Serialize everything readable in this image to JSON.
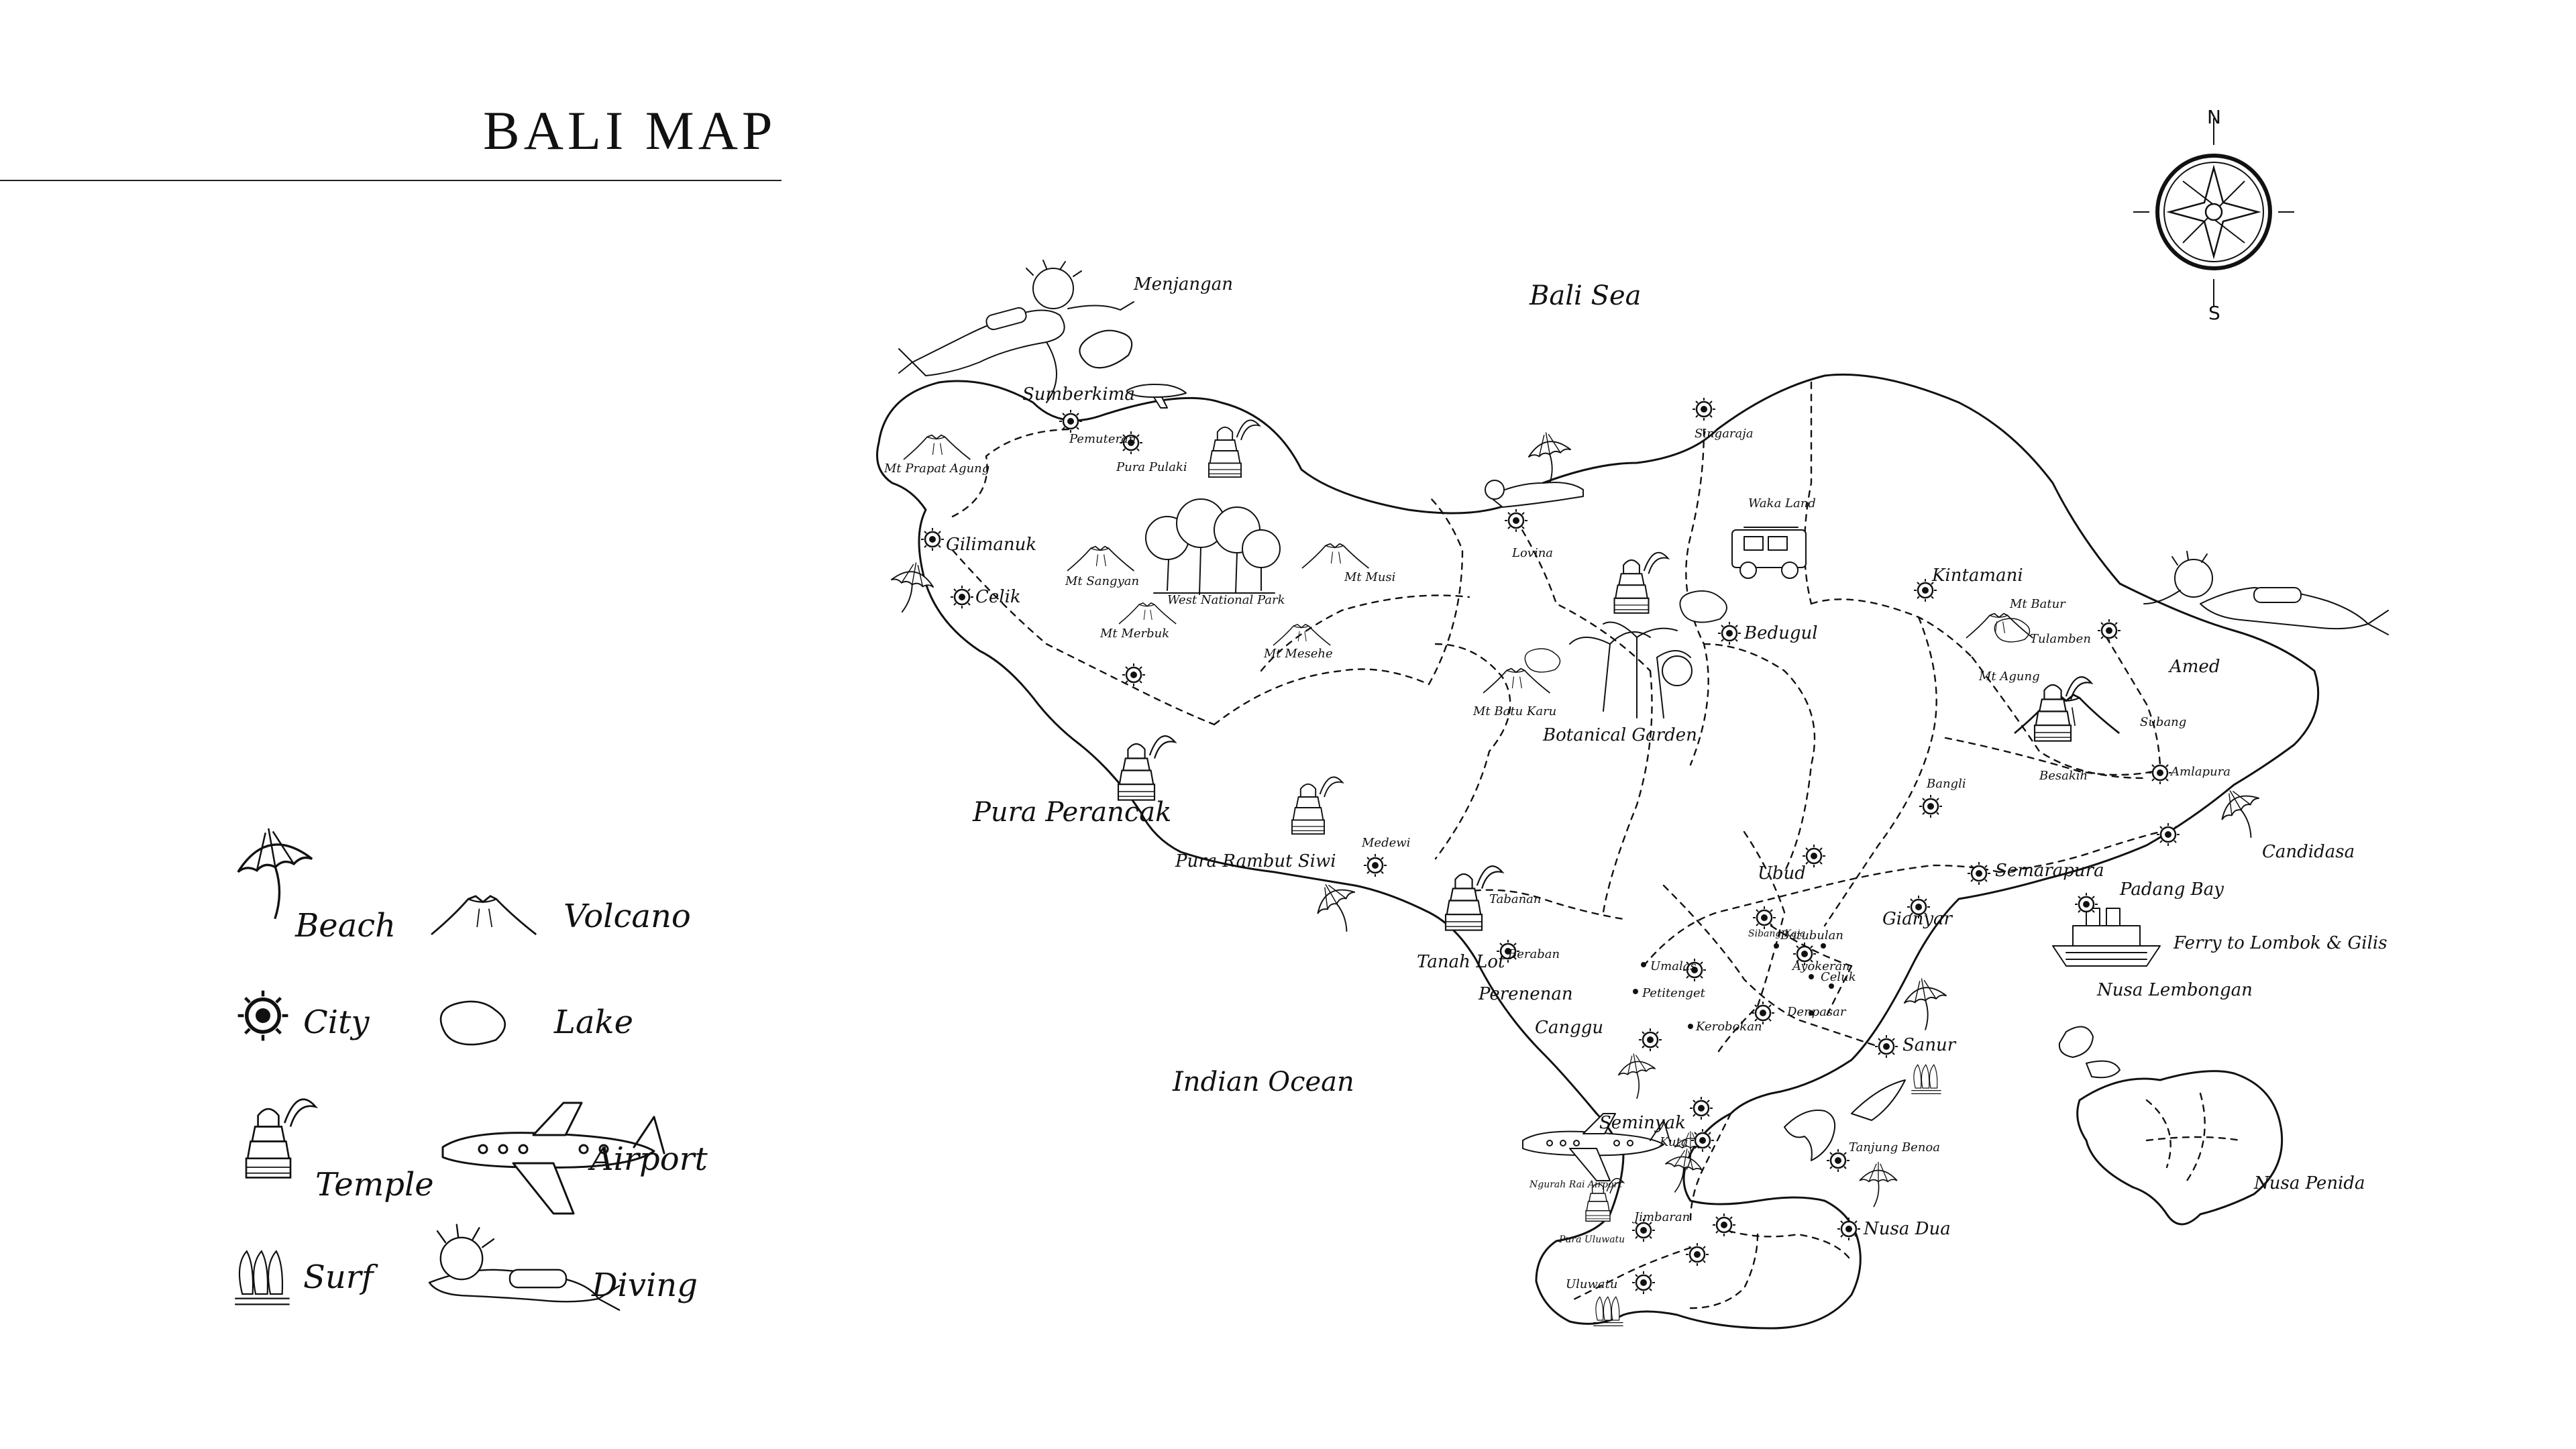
{
  "title": "BALI MAP",
  "compass": {
    "north": "N",
    "south": "S"
  },
  "seas": {
    "bali_sea": "Bali Sea",
    "indian_ocean": "Indian Ocean"
  },
  "places": {
    "menjangan": "Menjangan",
    "sumberkima": "Sumberkima",
    "pemuteran": "Pemuteran",
    "pura_pulaki": "Pura Pulaki",
    "mt_prapat_agung": "Mt Prapat Agung",
    "gilimanuk": "Gilimanuk",
    "celik": "Celik",
    "mt_sangyan": "Mt Sangyan",
    "mt_merbuk": "Mt Merbuk",
    "west_national_park": "West National Park",
    "mt_musi": "Mt Musi",
    "mt_mesehe": "Mt Mesehe",
    "pura_perancak": "Pura Perancak",
    "pura_rambut_siwi": "Pura Rambut Siwi",
    "medewi": "Medewi",
    "lovina": "Lovina",
    "singaraja": "Singaraja",
    "waka_land": "Waka Land",
    "bedugul": "Bedugul",
    "mt_batu_karu": "Mt Batu Karu",
    "botanical_garden": "Botanical Garden",
    "kintamani": "Kintamani",
    "mt_batur": "Mt Batur",
    "tulamben": "Tulamben",
    "amed": "Amed",
    "mt_agung": "Mt Agung",
    "bangli": "Bangli",
    "besakih": "Besakih",
    "subang": "Subang",
    "amlapura": "Amlapura",
    "candidasa": "Candidasa",
    "padang_bay": "Padang Bay",
    "ferry": "Ferry to Lombok & Gilis",
    "nusa_lembongan": "Nusa Lembongan",
    "nusa_penida": "Nusa Penida",
    "semarapura": "Semarapura",
    "gianyar": "Gianyar",
    "ubud": "Ubud",
    "tabanan": "Tabanan",
    "tanah_lot": "Tanah Lot",
    "perenenan": "Perenenan",
    "canggu": "Canggu",
    "seminyak": "Seminyak",
    "kuta": "Kuta",
    "ngurah_rai_airport": "Ngurah Rai Airport",
    "jimbaran": "Jimbaran",
    "pura_uluwatu": "Pura Uluwatu",
    "uluwatu": "Uluwatu",
    "nusa_dua": "Nusa Dua",
    "tanjung_benoa": "Tanjung Benoa",
    "sanur": "Sanur",
    "denpasar": "Denpasar",
    "celuk": "Celuk",
    "batubulan": "Batubulan",
    "sibang_kaja": "Sibang Kaja",
    "ayokeran": "Ayokeran",
    "umalas": "Umalas",
    "petitenget": "Petitenget",
    "kerobokan": "Kerobokan",
    "beraban": "Beraban"
  },
  "legend": {
    "beach": "Beach",
    "volcano": "Volcano",
    "city": "City",
    "lake": "Lake",
    "temple": "Temple",
    "airport": "Airport",
    "surf": "Surf",
    "diving": "Diving"
  }
}
